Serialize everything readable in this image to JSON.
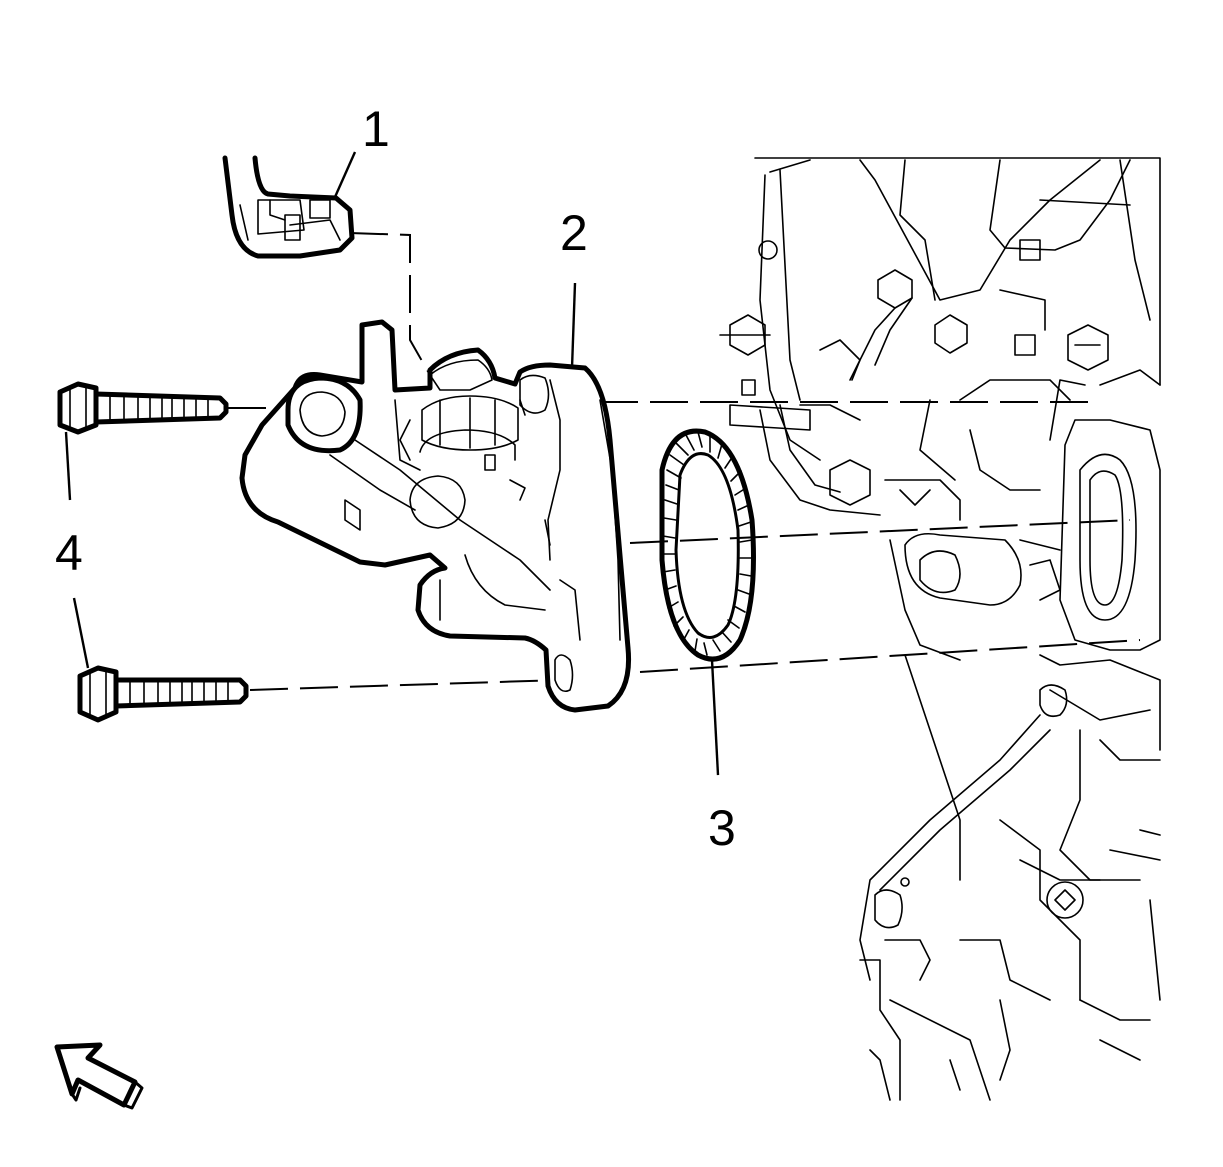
{
  "callouts": {
    "c1": "1",
    "c2": "2",
    "c3": "3",
    "c4": "4"
  },
  "icons": {
    "view_direction": "hollow-arrow-icon"
  },
  "colors": {
    "line": "#000000",
    "background": "#ffffff"
  }
}
